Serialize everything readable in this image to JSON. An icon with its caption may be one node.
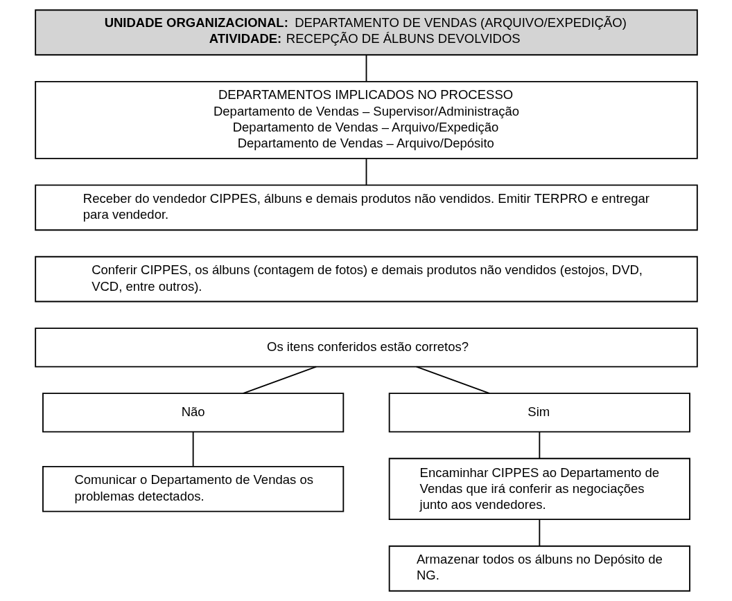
{
  "diagram": {
    "nodes": [
      {
        "text": [
          "**UNIDADE ORGANIZACIONAL:** DEPARTAMENTO DE VENDAS (ARQUIVO/EXPEDIÇÃO)",
          "**ATIVIDADE:** RECEPÇÃO DE ÁLBUNS DEVOLVIDOS"
        ]
      },
      {
        "text": [
          "DEPARTAMENTOS IMPLICADOS NO PROCESSO",
          "Departamento de Vendas – Supervisor/Administração",
          "Departamento de Vendas – Arquivo/Expedição",
          "Departamento de Vendas – Arquivo/Depósito"
        ]
      },
      {
        "text": [
          "Receber do vendedor CIPPES, álbuns e demais produtos não vendidos. Emitir TERPRO e entregar para vendedor."
        ]
      },
      {
        "text": [
          "Conferir CIPPES, os álbuns (contagem de fotos) e demais produtos não vendidos (estojos, DVD, VCD, entre outros)."
        ]
      },
      {
        "text": [
          "Os itens conferidos estão corretos?"
        ]
      },
      {
        "text": [
          "Não"
        ]
      },
      {
        "text": [
          "Sim"
        ]
      },
      {
        "text": [
          "Comunicar o Departamento de Vendas os problemas detectados."
        ]
      },
      {
        "text": [
          "Encaminhar CIPPES ao Departamento de Vendas que irá conferir as negociações junto aos vendedores."
        ]
      },
      {
        "text": [
          "Armazenar todos os álbuns no Depósito de NG."
        ]
      }
    ],
    "edges": [
      {
        "from": 0,
        "to": 1,
        "arrow": "none"
      },
      {
        "from": 1,
        "to": 2,
        "arrow": "none"
      },
      {
        "from": 4,
        "to": 5,
        "arrow": "none"
      },
      {
        "from": 4,
        "to": 6,
        "arrow": "none"
      },
      {
        "from": 5,
        "to": 7,
        "arrow": "none"
      },
      {
        "from": 6,
        "to": 8,
        "arrow": "none"
      },
      {
        "from": 8,
        "to": 9,
        "arrow": "none"
      }
    ]
  }
}
